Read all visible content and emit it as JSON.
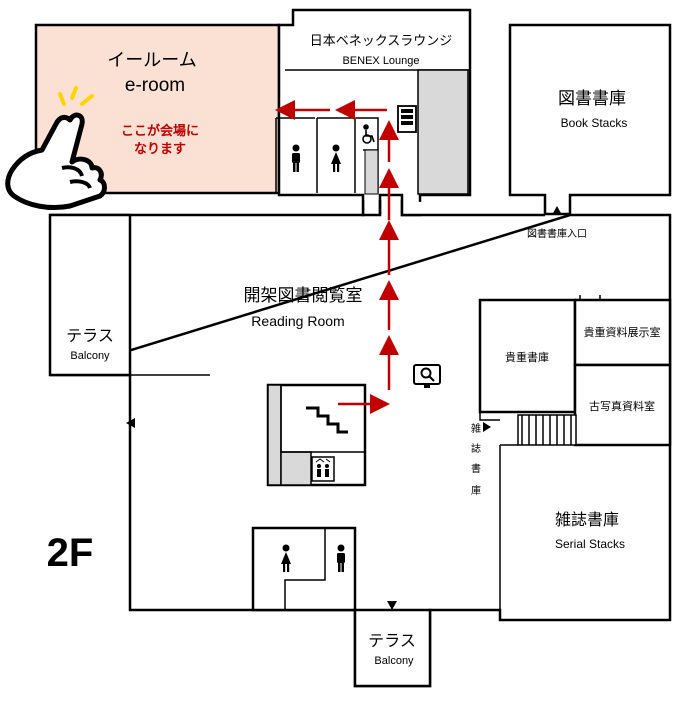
{
  "colors": {
    "eroom_fill": "#fbe1d4",
    "arrow": "#c00000",
    "note": "#c00000",
    "gray_block": "#d9d9d9",
    "burst": "#ffd400"
  },
  "floor_label": "2F",
  "rooms": {
    "eroom": {
      "jp": "イールーム",
      "en": "e-room",
      "note_line1": "ここが会場に",
      "note_line2": "なります"
    },
    "benex": {
      "jp": "日本ベネックスラウンジ",
      "en": "BENEX Lounge"
    },
    "book_stacks": {
      "jp": "図書書庫",
      "en": "Book Stacks"
    },
    "book_stacks_entrance": "図書書庫入口",
    "reading_room": {
      "jp": "開架図書閲覧室",
      "en": "Reading Room"
    },
    "balcony_west": {
      "jp": "テラス",
      "en": "Balcony"
    },
    "balcony_south": {
      "jp": "テラス",
      "en": "Balcony"
    },
    "rare_books": "貴重書庫",
    "rare_exhibit": "貴重資料展示室",
    "photo_room": "古写真資料室",
    "periodicals_stacks": [
      "雑",
      "誌",
      "書",
      "庫"
    ],
    "serial_stacks": {
      "jp": "雑誌書庫",
      "en": "Serial Stacks"
    }
  },
  "icons": [
    "pointing-hand-icon",
    "vending-machine-icon",
    "wheelchair-icon",
    "male-restroom-icon",
    "female-restroom-icon",
    "stairs-icon",
    "elevator-icon",
    "search-terminal-icon",
    "entrance-triangle-icon"
  ]
}
